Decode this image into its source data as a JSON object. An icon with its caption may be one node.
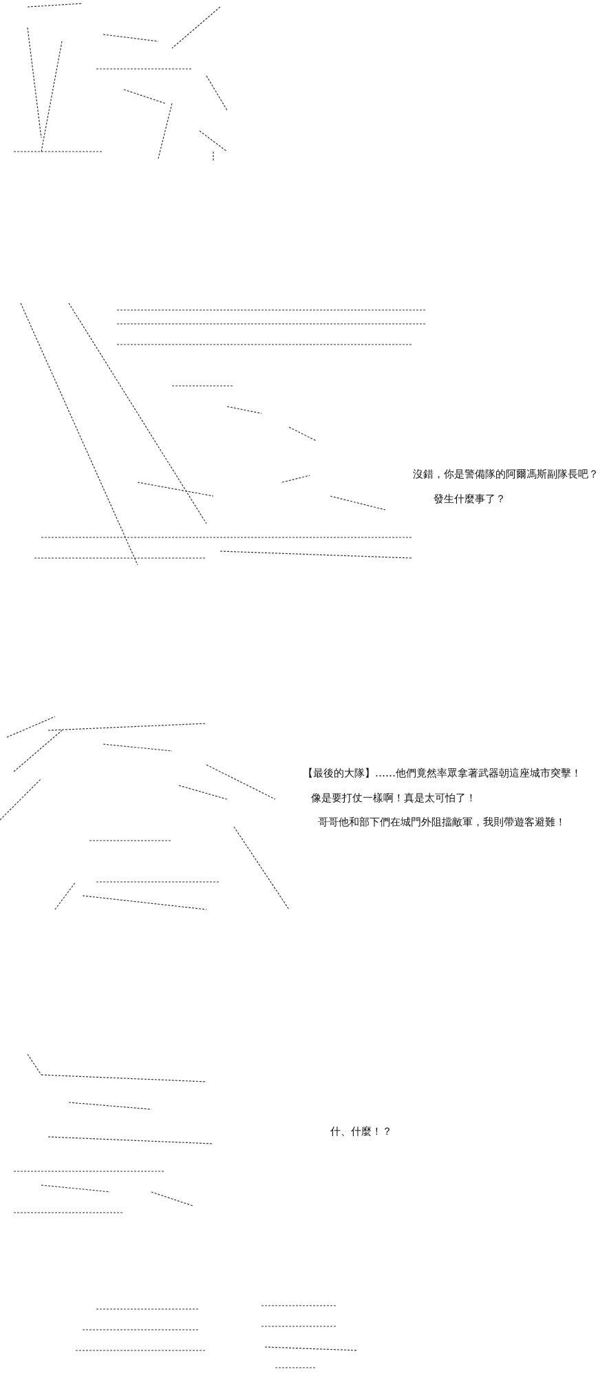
{
  "diagram": {
    "labels": [
      "沒錯，你是警備隊的阿爾馮斯副隊長吧？",
      "發生什麼事了？",
      "【最後的大隊】……他們竟然率眾拿著武器朝這座城市突擊！",
      "像是要打仗一樣啊！真是太可怕了！",
      "哥哥他和部下們在城門外阻擋敵軍，我則帶遊客避難！",
      "什、什麼！？"
    ]
  }
}
